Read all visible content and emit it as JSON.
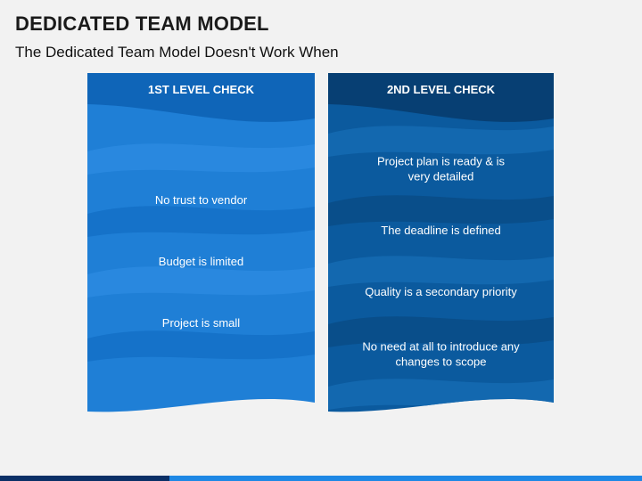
{
  "slide": {
    "title": "DEDICATED TEAM MODEL",
    "subtitle": "The Dedicated Team Model Doesn't Work When"
  },
  "panels": [
    {
      "heading": "1ST LEVEL CHECK",
      "items": [
        [
          "No trust to vendor"
        ],
        [
          "Budget is limited"
        ],
        [
          "Project is small"
        ]
      ]
    },
    {
      "heading": "2ND LEVEL CHECK",
      "items": [
        [
          "Project plan is ready & is",
          "very detailed"
        ],
        [
          "The deadline is defined"
        ],
        [
          "Quality is a secondary priority"
        ],
        [
          "No need at all to introduce any",
          "changes to scope"
        ]
      ]
    }
  ],
  "colors": {
    "panel1_base": "#1f7fd6",
    "panel1_header": "#0f65b8",
    "panel1_band_dark": "#1471c8",
    "panel1_band_light": "#2a8ae0",
    "panel2_base": "#0b5a9e",
    "panel2_header": "#073f73",
    "panel2_band_dark": "#094c87",
    "panel2_band_light": "#1469b0",
    "bar_left": "#0a2f66",
    "bar_right": "#1e88e5"
  }
}
